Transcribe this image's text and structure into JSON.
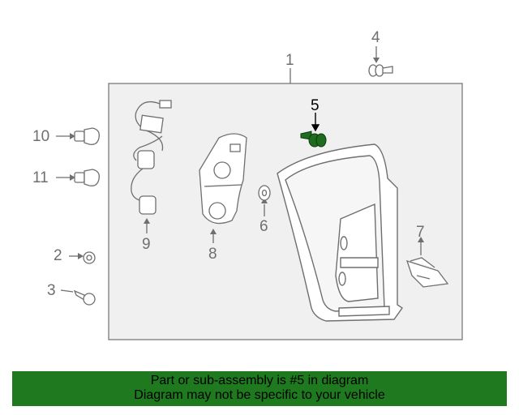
{
  "diagram": {
    "callouts": [
      {
        "id": "1",
        "label": "1"
      },
      {
        "id": "2",
        "label": "2"
      },
      {
        "id": "3",
        "label": "3"
      },
      {
        "id": "4",
        "label": "4"
      },
      {
        "id": "5",
        "label": "5"
      },
      {
        "id": "6",
        "label": "6"
      },
      {
        "id": "7",
        "label": "7"
      },
      {
        "id": "8",
        "label": "8"
      },
      {
        "id": "9",
        "label": "9"
      },
      {
        "id": "10",
        "label": "10"
      },
      {
        "id": "11",
        "label": "11"
      }
    ],
    "highlighted_part": "5",
    "highlight_color": "#1f6b1f",
    "frame_fill": "#f0f0f0"
  },
  "banner": {
    "line1": "Part or sub-assembly is #5 in diagram",
    "line2": "Diagram may not be specific to your vehicle",
    "background": "#1f7a1f"
  }
}
